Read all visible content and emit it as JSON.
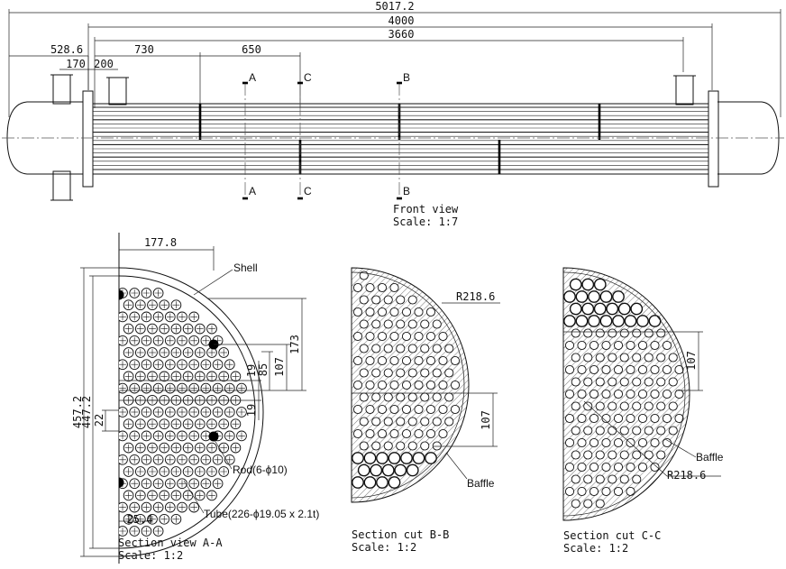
{
  "front_view": {
    "dimensions": {
      "overall": "5017.2",
      "tubesheet": "4000",
      "baffle_span": "3660",
      "left_end": "528.6",
      "nozzle_a": "170",
      "nozzle_b": "200",
      "offset_1": "730",
      "offset_2": "650"
    },
    "section_marks": [
      "A",
      "C",
      "B"
    ],
    "caption": "Front view",
    "scale": "Scale:  1:7"
  },
  "section_aa": {
    "dimensions": {
      "radius_h": "177.8",
      "height_outer": "457.2",
      "height_inner": "447.2",
      "d173": "173",
      "d107": "107",
      "d85": "85",
      "d19_top": "19",
      "d19_bot": "19",
      "d22": "22",
      "d25": "25.4"
    },
    "labels": {
      "shell": "Shell",
      "rod": "Rod(6-ϕ10)",
      "tube": "Tube(226-ϕ19.05 x 2.1t)"
    },
    "caption": "Section view A-A",
    "scale": "Scale:  1:2"
  },
  "section_bb": {
    "radius": "R218.6",
    "d107": "107",
    "baffle": "Baffle",
    "caption": "Section cut B-B",
    "scale": "Scale:  1:2"
  },
  "section_cc": {
    "radius": "R218.6",
    "d107": "107",
    "baffle": "Baffle",
    "caption": "Section cut C-C",
    "scale": "Scale:  1:2"
  }
}
